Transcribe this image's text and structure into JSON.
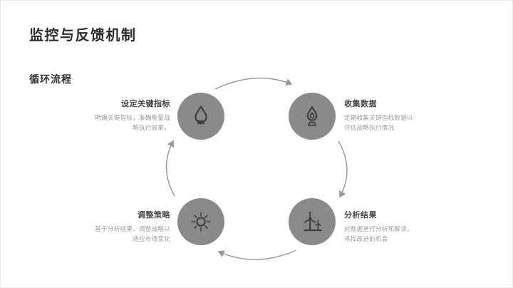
{
  "slide": {
    "title": "监控与反馈机制",
    "subtitle": "循环流程"
  },
  "diagram": {
    "type": "cycle",
    "direction": "clockwise",
    "steps": [
      {
        "id": "set-key-indicators",
        "title": "设定关键指标",
        "desc": "明确关键指标，准确衡量战略执行效果。",
        "icon": "water-drop-icon",
        "position": "top-left"
      },
      {
        "id": "collect-data",
        "title": "收集数据",
        "desc": "定期收集关键指标数据以评估战略执行情况",
        "icon": "flame-icon",
        "position": "top-right"
      },
      {
        "id": "analyze-results",
        "title": "分析结果",
        "desc": "对数据进行分析和解读，寻找改进的机会",
        "icon": "wind-turbine-icon",
        "position": "bottom-right"
      },
      {
        "id": "adjust-strategy",
        "title": "调整策略",
        "desc": "基于分析结果，调整战略以适应市场变化",
        "icon": "sun-icon",
        "position": "bottom-left"
      }
    ],
    "colors": {
      "circle_fill": "#8a8a8a",
      "icon_stroke": "#3d3d3d",
      "arrow": "#9a9a9a",
      "title_text": "#2d2d2d",
      "step_title_text": "#474747",
      "step_desc_text": "#9c9c9c"
    }
  }
}
